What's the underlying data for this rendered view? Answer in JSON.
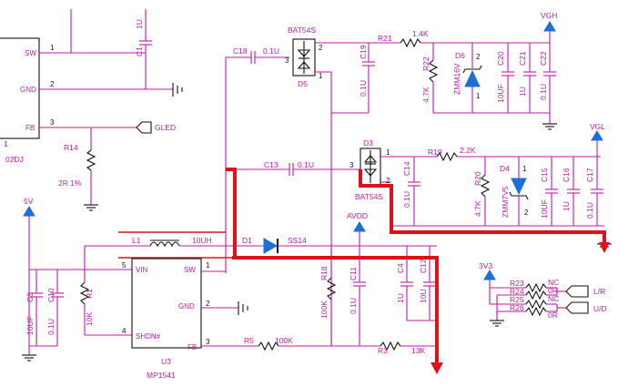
{
  "nets": {
    "vgh": "VGH",
    "vgl": "VGL",
    "avdd": "AVDD",
    "v5": "5V",
    "v3v3": "3V3",
    "gled": "GLED",
    "lr": "L/R",
    "ud": "U/D"
  },
  "left_ic": {
    "pin_sw": "SW",
    "pin_gnd": "GND",
    "pin_fb": "FB",
    "pin1": "1",
    "pin2": "2",
    "pin3": "3",
    "suffix": "02DJ",
    "ref1": "1"
  },
  "u3": {
    "ref": "U3",
    "part": "MP1541",
    "pin_vin": "VIN",
    "pin_sw": "SW",
    "pin_gnd": "GND",
    "pin_shdn": "SHDN#",
    "pin_fb": "FB",
    "n5": "5",
    "n1": "1",
    "n2": "2",
    "n4": "4",
    "n3": "3"
  },
  "components": {
    "c1": "C1",
    "c1v": "1U",
    "r14": "R14",
    "r14v": "2R 1%",
    "c18": "C18",
    "c18v": "0.1U",
    "bat1": "BAT54S",
    "d5": "D5",
    "d5p2": "2",
    "d5p3": "3",
    "d5p1": "1",
    "c19": "C19",
    "c19v": "0.1U",
    "r21": "R21",
    "r21v": "1.4K",
    "r22": "R22",
    "r22v": "4.7K",
    "d6": "D6",
    "d6v": "ZMM16V",
    "d6p2": "2",
    "d6p1": "1",
    "c20": "C20",
    "c20v": "10UF",
    "c21": "C21",
    "c21v": "1U",
    "c22": "C22",
    "c22v": "0.1U",
    "c13": "C13",
    "c13v": "0.1U",
    "d3": "D3",
    "bat2": "BAT54S",
    "d3p1": "1",
    "d3p3": "3",
    "d3p2": "2",
    "c14": "C14",
    "c14v": "0.1U",
    "r19": "R19",
    "r19v": "2.2K",
    "r20": "R20",
    "r20v": "4.7K",
    "d4": "D4",
    "d4v": "ZMM7V5",
    "d4p1": "1",
    "d4p2": "2",
    "c15": "C15",
    "c15v": "10UF",
    "c16": "C16",
    "c16v": "1U",
    "c17": "C17",
    "c17v": "0.1U",
    "l1": "L1",
    "l1v": "10UH",
    "d1": "D1",
    "d1v": "SS14",
    "c3": "C3",
    "c3v": "10UF",
    "c10": "C10",
    "c10v": "0.1U",
    "r1": "R1",
    "r1v": "10K",
    "r18": "R18",
    "r18v": "100K",
    "c11": "C11",
    "c11v": "0.1U",
    "c4": "C4",
    "c4v": "1U",
    "c12": "C12",
    "c12v": "10U",
    "r5": "R5",
    "r5v": "100K",
    "r3": "R3",
    "r3v": "13K",
    "r23": "R23",
    "r24": "R24",
    "r25": "R25",
    "r26": "R26",
    "nc": "NC",
    "zero": "0R"
  },
  "colors": {
    "wire": "#c01aa8",
    "power_arrow": "#1c6fd6",
    "highlight": "#e0101a"
  }
}
